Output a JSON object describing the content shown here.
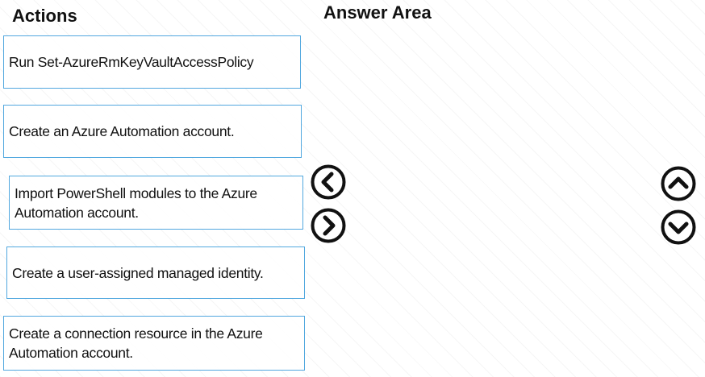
{
  "actions": {
    "title": "Actions",
    "items": [
      {
        "label": "Run Set-AzureRmKeyVaultAccessPolicy"
      },
      {
        "label": "Create an Azure Automation account."
      },
      {
        "label": "Import PowerShell modules to the Azure Automation account."
      },
      {
        "label": "Create a user-assigned managed identity."
      },
      {
        "label": "Create a connection resource in the Azure Automation account."
      }
    ]
  },
  "answer_area": {
    "title": "Answer Area"
  },
  "controls": {
    "move_left_icon": "chevron-left-circle",
    "move_right_icon": "chevron-right-circle",
    "move_up_icon": "chevron-up-circle",
    "move_down_icon": "chevron-down-circle",
    "icon_color": "#111111",
    "border_color": "#52a8df"
  }
}
